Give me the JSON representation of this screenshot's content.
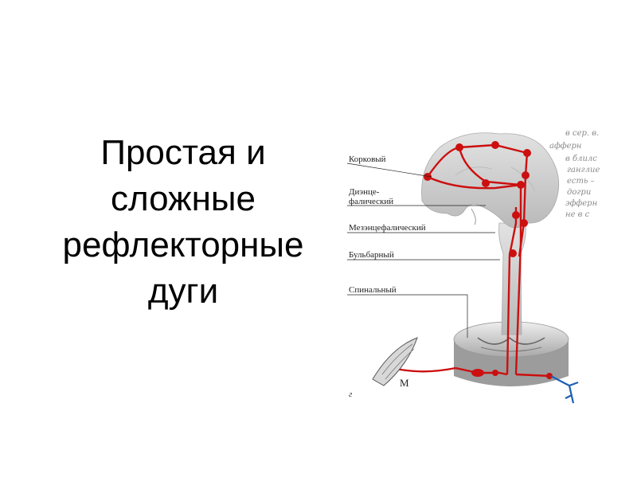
{
  "slide": {
    "title_lines": [
      "Простая и",
      "сложные",
      "рефлекторные",
      "дуги"
    ]
  },
  "figure": {
    "level_labels": {
      "cortical": "Корковый",
      "diencephalic_1": "Диэнце-",
      "diencephalic_2": "фалический",
      "mesencephalic": "Мезэнцефалический",
      "bulbar": "Бульбарный",
      "spinal": "Спинальный"
    },
    "muscle_label": "М",
    "panel_letter": "г",
    "handwritten_notes": [
      "в сер. в.",
      "афферн",
      "в блилс",
      "ганглие",
      "есть –",
      "догри",
      "эфферн",
      "не в с"
    ],
    "colors": {
      "pathway": "#cc0f0f",
      "brain_fill": "#cfcfcf",
      "efferent_ending": "#1d5fb5",
      "text": "#000000"
    }
  }
}
